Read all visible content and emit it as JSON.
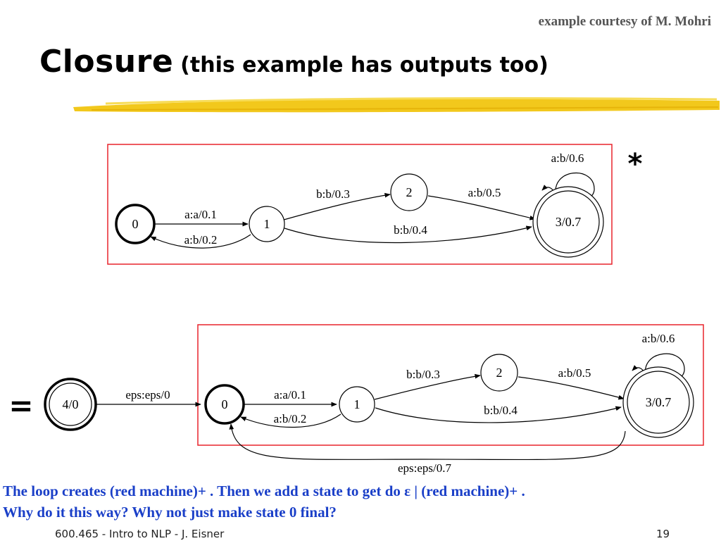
{
  "header": {
    "credit": "example courtesy of M. Mohri",
    "title": "Closure",
    "subtitle": "(this example has outputs too)"
  },
  "diagram": {
    "operators": {
      "star": "*",
      "equals": "="
    },
    "top_machine": {
      "states": [
        "0",
        "1",
        "2",
        "3/0.7"
      ],
      "arcs": [
        "a:a/0.1",
        "a:b/0.2",
        "b:b/0.3",
        "a:b/0.5",
        "b:b/0.4",
        "a:b/0.6"
      ]
    },
    "bottom_machine": {
      "new_state": "4/0",
      "entry_arc": "eps:eps/0",
      "states": [
        "0",
        "1",
        "2",
        "3/0.7"
      ],
      "arcs": [
        "a:a/0.1",
        "a:b/0.2",
        "b:b/0.3",
        "a:b/0.5",
        "b:b/0.4",
        "a:b/0.6"
      ],
      "loop_back_arc": "eps:eps/0.7"
    }
  },
  "caption": {
    "line1": "The loop creates (red machine)+ .   Then we add a state to get do ε | (red machine)+ .",
    "line2": "Why do it this way?   Why not just make state 0 final?"
  },
  "footer": {
    "course": "600.465 - Intro to NLP - J. Eisner",
    "page": "19"
  },
  "colors": {
    "highlight": "#f2c81c",
    "box_border": "#e8242c",
    "caption": "#1a3fc8"
  }
}
